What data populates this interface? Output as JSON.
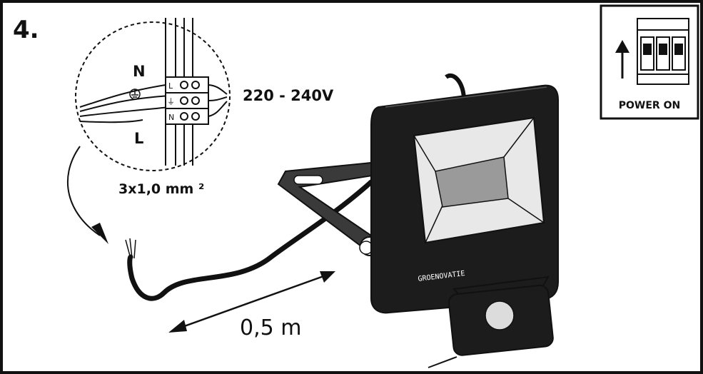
{
  "step_number": "4.",
  "voltage": "220 - 240V",
  "cable_spec": "3x1,0 mm ²",
  "cable_length": "0,5 m",
  "wire_labels": {
    "neutral": "N",
    "live": "L"
  },
  "terminal_labels": [
    "L",
    "⏚",
    "N"
  ],
  "power_label": "POWER ON",
  "brand": "GROENOVATIE",
  "colors": {
    "line": "#111111",
    "lamp_body": "#1c1c1c",
    "lens": "#e8e8e8",
    "chip": "#9a9a9a"
  },
  "icons": [
    "earth-ground-icon",
    "up-arrow-icon",
    "circuit-breaker-icon",
    "double-arrow-icon",
    "motion-sensor-icon"
  ]
}
